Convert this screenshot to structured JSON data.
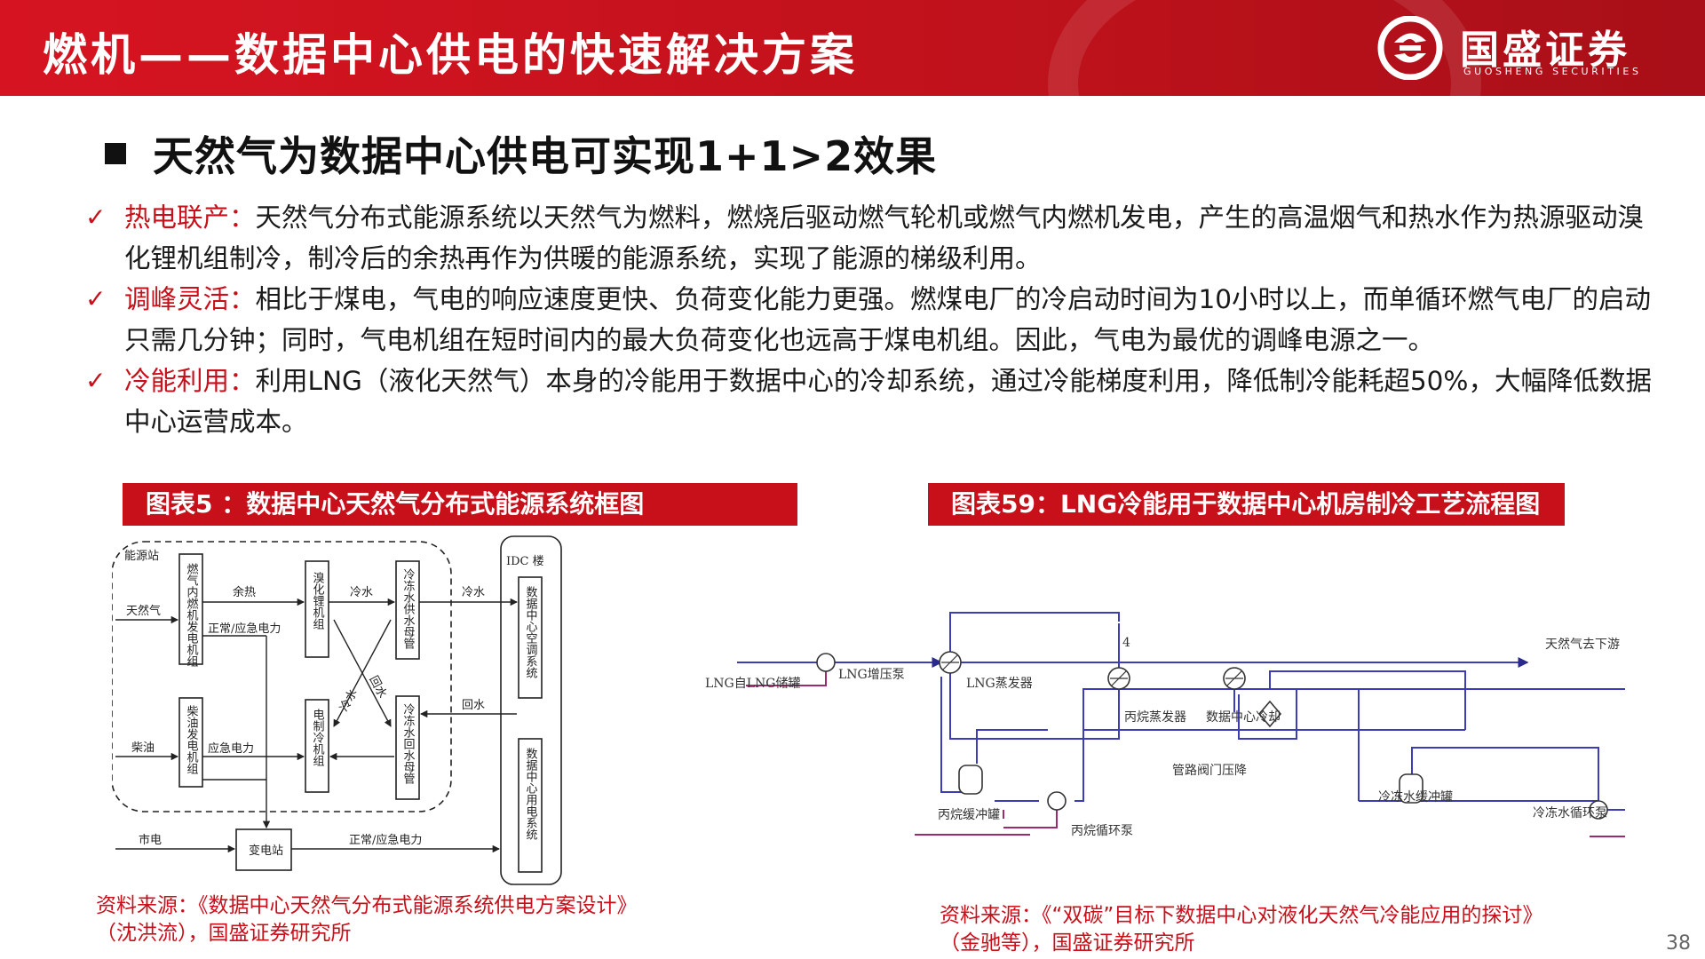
{
  "header": {
    "title": "燃机——数据中心供电的快速解决方案",
    "logo_name": "国盛证券",
    "logo_sub": "GUOSHENG SECURITIES",
    "colors": {
      "brand_red": "#c8101b"
    }
  },
  "heading": "天然气为数据中心供电可实现1+1>2效果",
  "bullets": [
    {
      "check": "✓",
      "key": "热电联产：",
      "text": "天然气分布式能源系统以天然气为燃料，燃烧后驱动燃气轮机或燃气内燃机发电，产生的高温烟气和热水作为热源驱动溴化锂机组制冷，制冷后的余热再作为供暖的能源系统，实现了能源的梯级利用。"
    },
    {
      "check": "✓",
      "key": "调峰灵活：",
      "text": "相比于煤电，气电的响应速度更快、负荷变化能力更强。燃煤电厂的冷启动时间为10小时以上，而单循环燃气电厂的启动只需几分钟；同时，气电机组在短时间内的最大负荷变化也远高于煤电机组。因此，气电为最优的调峰电源之一。"
    },
    {
      "check": "✓",
      "key": "冷能利用：",
      "text": "利用LNG（液化天然气）本身的冷能用于数据中心的冷却系统，通过冷能梯度利用，降低制冷能耗超50%，大幅降低数据中心运营成本。"
    }
  ],
  "figure1": {
    "label": "图表5 ：数据中心天然气分布式能源系统框图",
    "source_line1": "资料来源：《数据中心天然气分布式能源系统供电方案设计》",
    "source_line2": "（沈洪流），国盛证券研究所",
    "d": {
      "station": "能源站",
      "idc": "IDC 楼",
      "gas_in": "天然气",
      "diesel_in": "柴油",
      "city_power": "市电",
      "box_gas_engine": "燃气内燃机发电机组",
      "box_diesel": "柴油发电机组",
      "box_libr": "溴化锂机组",
      "box_elec_chiller": "电制冷机组",
      "box_supply_header": "冷冻水供水母管",
      "box_return_header": "冷冻水回水母管",
      "box_ac": "数据中心空调系统",
      "box_power_sys": "数据中心用电系统",
      "substation": "变电站",
      "waste_heat": "余热",
      "normal_emergency": "正常/应急电力",
      "emergency": "应急电力",
      "chilled_water": "冷水",
      "chilled_water2": "冷水",
      "return_water": "回水",
      "cross_cold": "冷水",
      "cross_return": "回水",
      "normal_emergency2": "正常/应急电力"
    }
  },
  "figure2": {
    "label": "图表59：LNG冷能用于数据中心机房制冷工艺流程图",
    "source_line1": "资料来源：《“双碳”目标下数据中心对液化天然气冷能应用的探讨》",
    "source_line2": "（金驰等），国盛证券研究所",
    "d": {
      "lng_tank": "LNG自LNG储罐",
      "lng_pump": "LNG增压泵",
      "lng_vaporizer": "LNG蒸发器",
      "gas_out": "天然气去下游",
      "num4": "4",
      "propane_evap": "丙烷蒸发器",
      "dc_cooling": "数据中心冷却",
      "valve": "管路阀门压降",
      "propane_tank": "丙烷缓冲罐",
      "propane_pump": "丙烷循环泵",
      "chw_tank": "冷冻水缓冲罐",
      "chw_pump": "冷冻水循环泵"
    }
  },
  "page_number": "38"
}
